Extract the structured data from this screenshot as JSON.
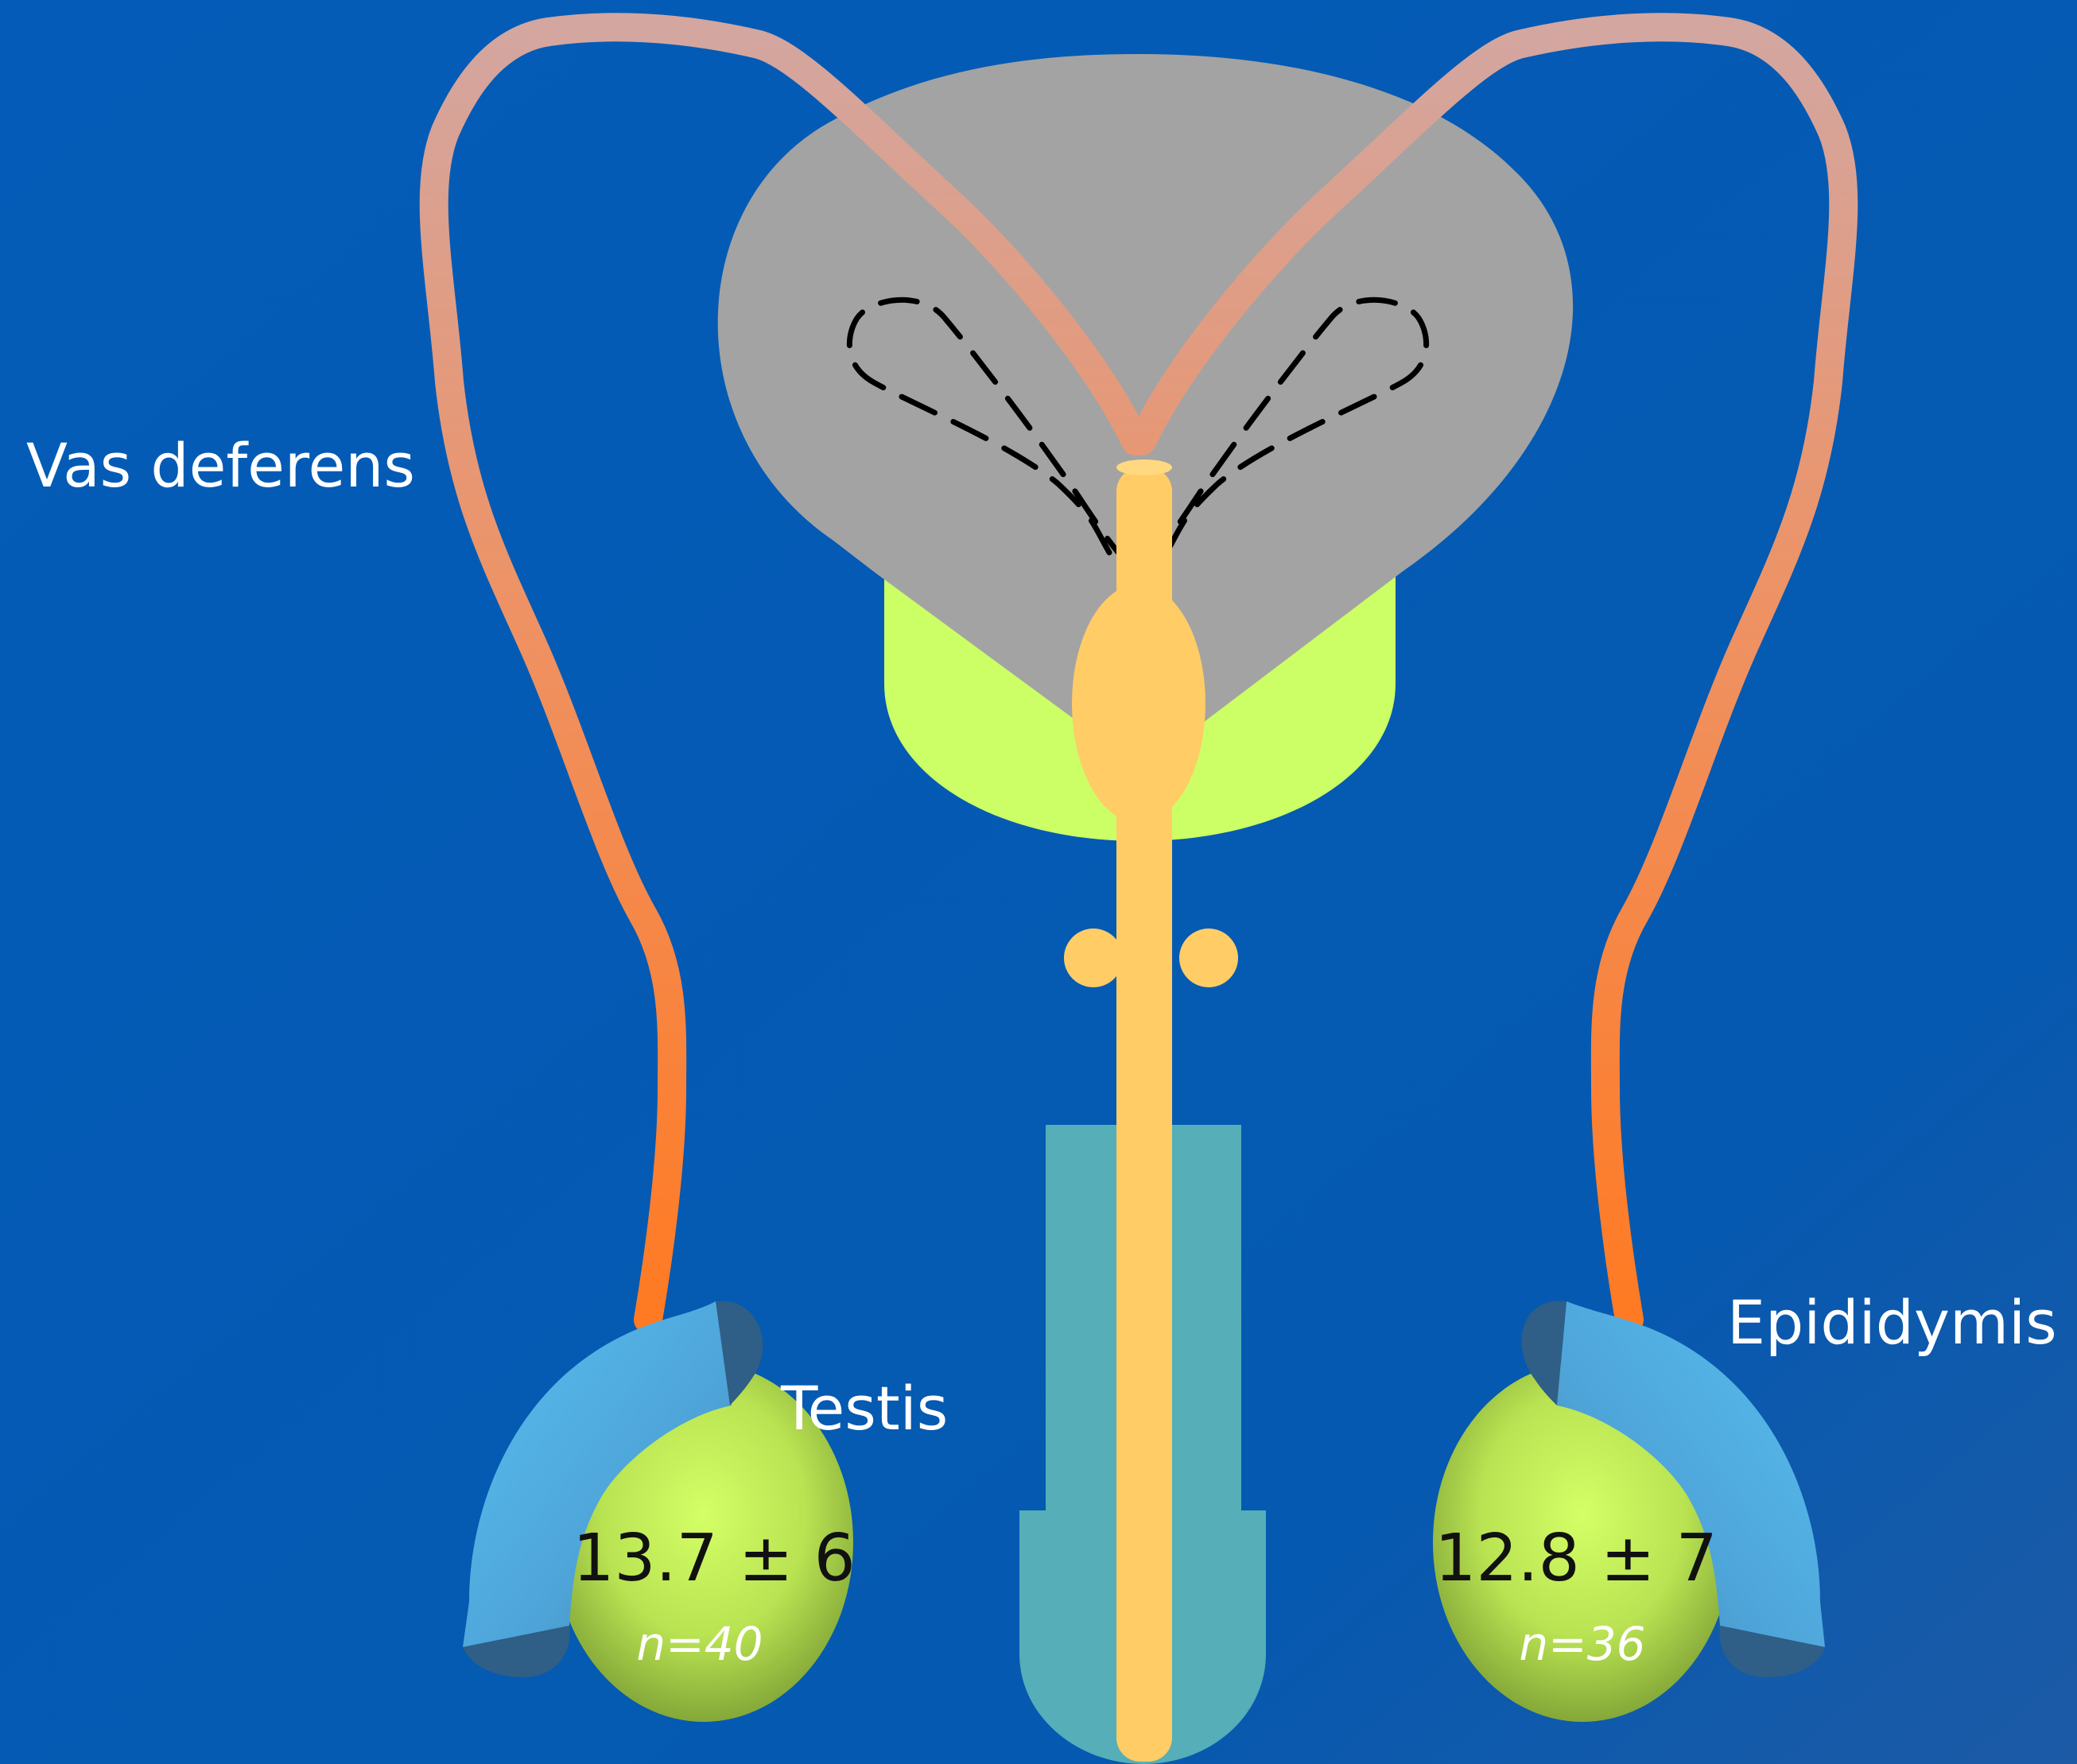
{
  "labels": {
    "vas_deferens": "Vas deferens",
    "testis": "Testis",
    "epididymis": "Epididymis"
  },
  "left_testis": {
    "value": "13.7 ± 6",
    "n": "n=40"
  },
  "right_testis": {
    "value": "12.8 ± 7",
    "n": "n=36"
  },
  "colors": {
    "background": "#045bb3",
    "bladder": "#a3a3a3",
    "prostate": "#ccff66",
    "urethra": "#ffcc66",
    "penis": "#55aeb8",
    "testis": "#b6dc55",
    "epididymis": "#55b2e6",
    "vas_top": "#d4a9a2",
    "vas_bottom": "#ff7a28",
    "text_light": "#ffffff",
    "text_dark": "#111111"
  }
}
